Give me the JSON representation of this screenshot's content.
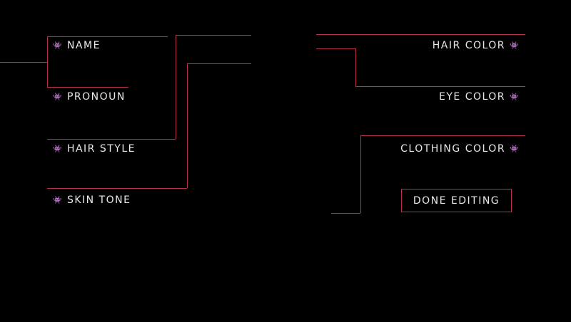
{
  "left_options": [
    {
      "label": "NAME"
    },
    {
      "label": "PRONOUN"
    },
    {
      "label": "HAIR STYLE"
    },
    {
      "label": "SKIN TONE"
    }
  ],
  "right_options": [
    {
      "label": "HAIR COLOR"
    },
    {
      "label": "EYE COLOR"
    },
    {
      "label": "CLOTHING COLOR"
    }
  ],
  "done_button": "DONE EDITING",
  "icon": "alien-invader-icon",
  "colors": {
    "accent": "#b8324e",
    "text": "#e8e8e8",
    "background": "#000000"
  }
}
